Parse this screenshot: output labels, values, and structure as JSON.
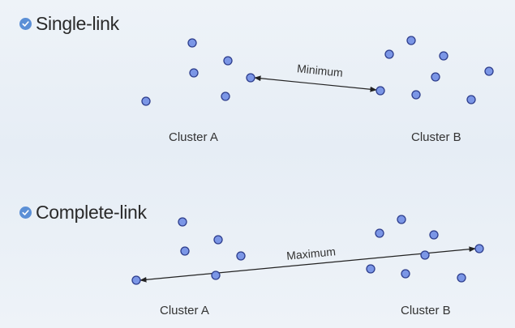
{
  "sections": {
    "single": {
      "title": "Single-link",
      "arrow_label": "Minimum",
      "cluster_a": "Cluster A",
      "cluster_b": "Cluster B"
    },
    "complete": {
      "title": "Complete-link",
      "arrow_label": "Maximum",
      "cluster_a": "Cluster A",
      "cluster_b": "Cluster B"
    }
  },
  "colors": {
    "point_fill": "#7b96e6",
    "point_stroke": "#2d3d8c",
    "check_bg": "#5b8fd6"
  }
}
